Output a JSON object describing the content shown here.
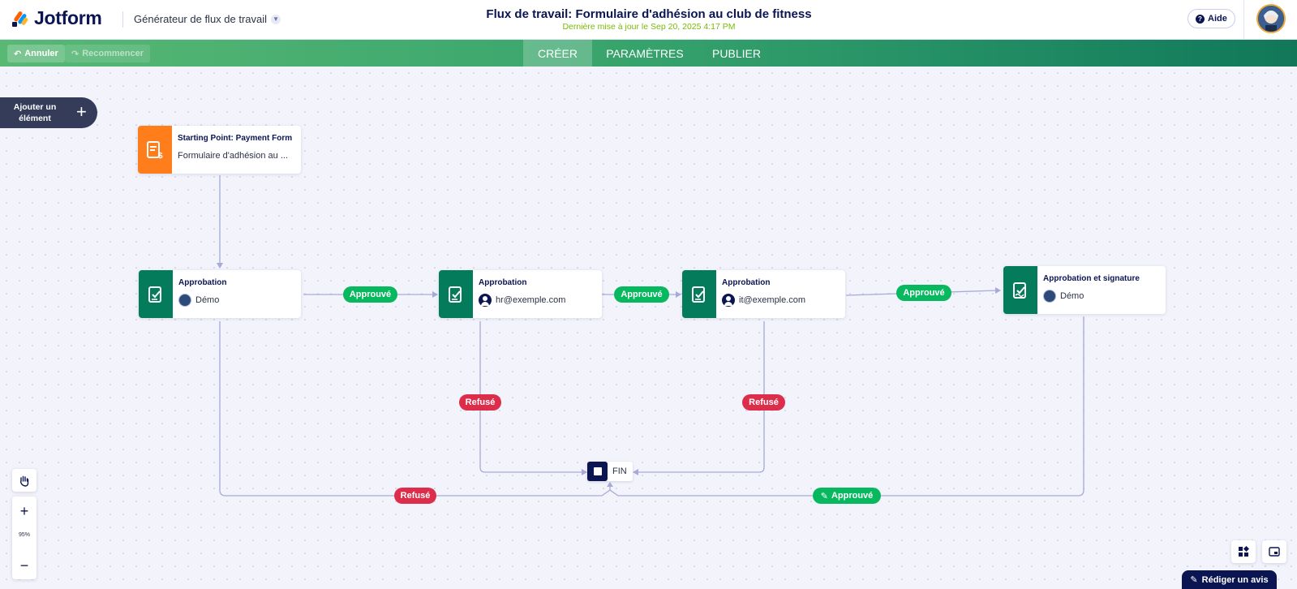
{
  "header": {
    "logo_text": "Jotform",
    "app_switcher": "Générateur de flux de travail",
    "title": "Flux de travail: Formulaire d'adhésion au club de fitness",
    "last_updated": "Dernière mise à jour le Sep 20, 2025 4:17 PM",
    "help_label": "Aide"
  },
  "toolbar": {
    "undo_label": "Annuler",
    "redo_label": "Recommencer",
    "tabs": [
      {
        "label": "CRÉER",
        "active": true
      },
      {
        "label": "PARAMÈTRES",
        "active": false
      },
      {
        "label": "PUBLIER",
        "active": false
      }
    ]
  },
  "canvas": {
    "add_element_label": "Ajouter un élément",
    "nodes": {
      "start": {
        "title": "Starting Point: Payment Form",
        "subtitle": "Formulaire d'adhésion au ..."
      },
      "approval1": {
        "title": "Approbation",
        "assignee": "Démo"
      },
      "approval2": {
        "title": "Approbation",
        "assignee": "hr@exemple.com"
      },
      "approval3": {
        "title": "Approbation",
        "assignee": "it@exemple.com"
      },
      "approval4": {
        "title": "Approbation et signature",
        "assignee": "Démo"
      },
      "end": {
        "label": "FIN"
      }
    },
    "edges": {
      "approved_label": "Approuvé",
      "refused_label": "Refusé"
    },
    "zoom_level": "95%"
  },
  "feedback_label": "Rédiger un avis",
  "colors": {
    "accent_green": "#047c5c",
    "approved": "#07b85f",
    "refused": "#dc2e4a",
    "start_orange": "#ff7d1a",
    "navy": "#0a1551"
  }
}
